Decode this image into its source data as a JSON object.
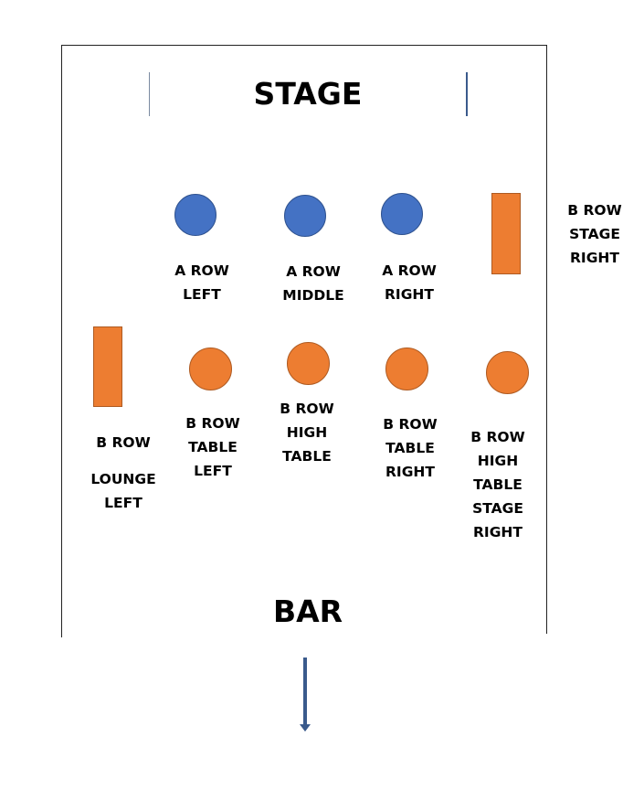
{
  "stage": "STAGE",
  "bar": "BAR",
  "labels": {
    "a_left": [
      "A ROW",
      "LEFT"
    ],
    "a_middle": [
      "A ROW",
      "MIDDLE"
    ],
    "a_right": [
      "A ROW",
      "RIGHT"
    ],
    "b_stage_right": [
      "B ROW",
      "STAGE",
      "RIGHT"
    ],
    "b_lounge_left_top": "B ROW",
    "b_lounge_left_bottom": [
      "LOUNGE",
      "LEFT"
    ],
    "b_table_left": [
      "B ROW",
      "TABLE",
      "LEFT"
    ],
    "b_high_table": [
      "B ROW",
      "HIGH",
      "TABLE"
    ],
    "b_table_right": [
      "B ROW",
      "TABLE",
      "RIGHT"
    ],
    "b_high_table_stage_right": [
      "B ROW",
      "HIGH",
      "TABLE",
      "STAGE",
      "RIGHT"
    ]
  },
  "colors": {
    "a_row": "#4472c4",
    "b_row": "#ed7d31"
  }
}
